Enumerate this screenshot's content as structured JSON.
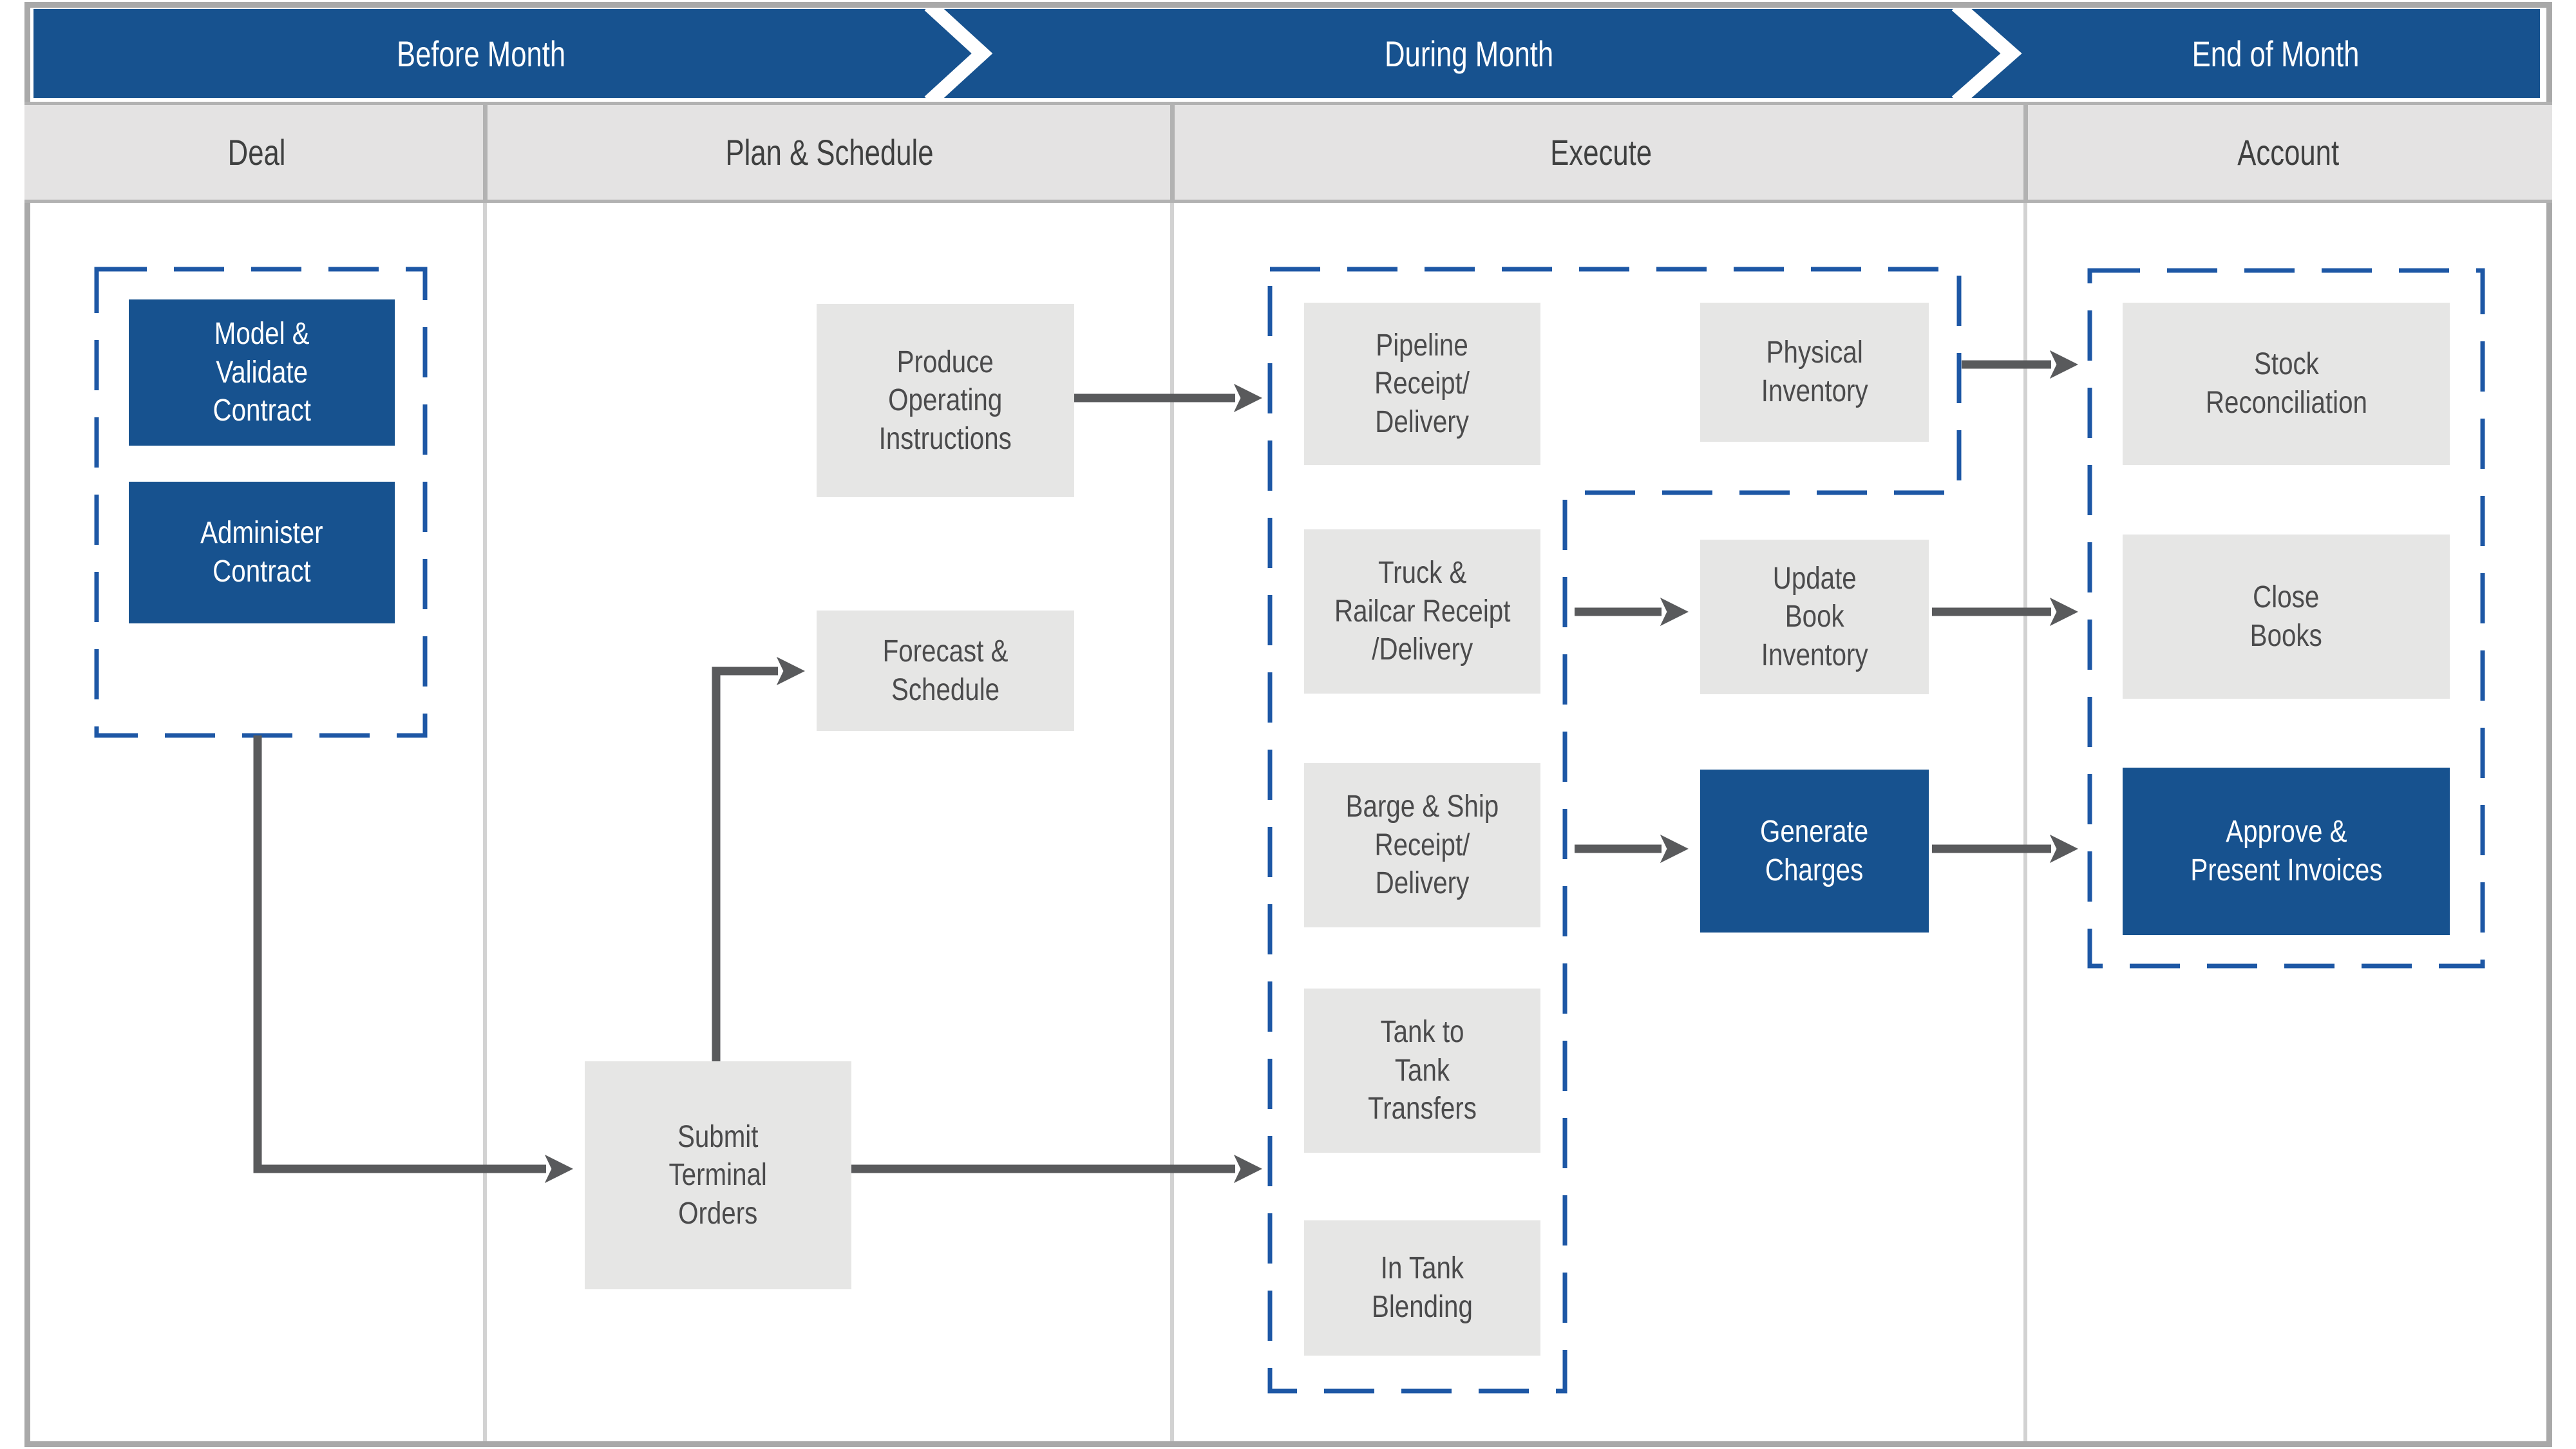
{
  "diagram": {
    "phases": [
      {
        "label": "Before Month"
      },
      {
        "label": "During Month"
      },
      {
        "label": "End of Month"
      }
    ],
    "columns": [
      {
        "label": "Deal"
      },
      {
        "label": "Plan & Schedule"
      },
      {
        "label": "Execute"
      },
      {
        "label": "Account"
      }
    ],
    "boxes": {
      "model_validate": {
        "label": "Model &\nValidate\nContract",
        "style": "blue"
      },
      "administer": {
        "label": "Administer\nContract",
        "style": "blue"
      },
      "produce": {
        "label": "Produce\nOperating\nInstructions",
        "style": "gray"
      },
      "forecast": {
        "label": "Forecast &\nSchedule",
        "style": "gray"
      },
      "submit": {
        "label": "Submit\nTerminal\nOrders",
        "style": "gray"
      },
      "pipeline": {
        "label": "Pipeline\nReceipt/\nDelivery",
        "style": "gray"
      },
      "truck": {
        "label": "Truck &\nRailcar Receipt\n/Delivery",
        "style": "gray"
      },
      "barge": {
        "label": "Barge & Ship\nReceipt/\nDelivery",
        "style": "gray"
      },
      "tank_transfer": {
        "label": "Tank to\nTank\nTransfers",
        "style": "gray"
      },
      "in_tank": {
        "label": "In Tank\nBlending",
        "style": "gray"
      },
      "physical": {
        "label": "Physical\nInventory",
        "style": "gray"
      },
      "update_book": {
        "label": "Update\nBook\nInventory",
        "style": "gray"
      },
      "generate": {
        "label": "Generate\nCharges",
        "style": "blue"
      },
      "stock": {
        "label": "Stock\nReconciliation",
        "style": "gray"
      },
      "close_books": {
        "label": "Close\nBooks",
        "style": "gray"
      },
      "approve": {
        "label": "Approve &\nPresent Invoices",
        "style": "blue"
      }
    },
    "colors": {
      "phase_bar_blue": "#17528f",
      "node_blue": "#17528f",
      "node_gray": "#e6e6e5",
      "dashed_border_blue": "#1d57a5",
      "arrow_gray": "#595a5c",
      "header_gray": "#e4e3e3",
      "header_border": "#b2b2b2",
      "frame_gray": "#a9a9a9",
      "divider_gray": "#d2d2d2",
      "text_dark": "#4b4b4c",
      "text_white": "#ffffff"
    }
  }
}
